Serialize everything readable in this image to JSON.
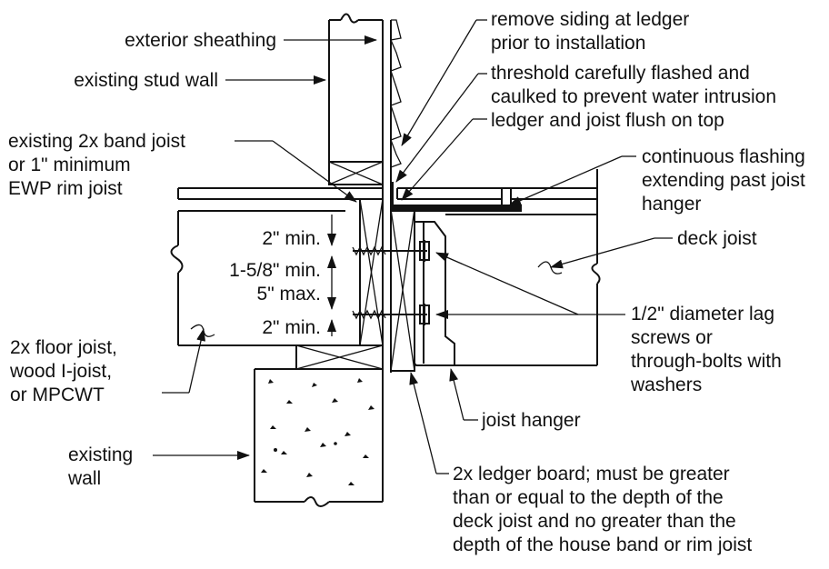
{
  "labels": {
    "exterior_sheathing": "exterior sheathing",
    "existing_stud_wall": "existing stud wall",
    "band_joist_line1": "existing 2x band joist",
    "band_joist_line2": "or 1\" minimum",
    "band_joist_line3": "EWP rim joist",
    "floor_joist_line1": "2x floor joist,",
    "floor_joist_line2": "wood I-joist,",
    "floor_joist_line3": "or MPCWT",
    "existing_wall_line1": "existing",
    "existing_wall_line2": "wall",
    "remove_siding_line1": "remove siding at ledger",
    "remove_siding_line2": "prior to installation",
    "threshold_line1": "threshold carefully flashed and",
    "threshold_line2": "caulked to prevent water intrusion",
    "ledger_flush": "ledger and joist flush on top",
    "flashing_line1": "continuous flashing",
    "flashing_line2": "extending past joist",
    "flashing_line3": "hanger",
    "deck_joist": "deck joist",
    "lag_line1": "1/2\" diameter lag",
    "lag_line2": "screws or",
    "lag_line3": "through-bolts with",
    "lag_line4": "washers",
    "joist_hanger": "joist hanger",
    "ledger_board_line1": "2x ledger board; must be greater",
    "ledger_board_line2": "than or equal to the depth of the",
    "ledger_board_line3": "deck joist and no greater than the",
    "ledger_board_line4": "depth of the house band or rim joist"
  },
  "dimensions": {
    "top_min": "2\" min.",
    "middle_min": "1-5/8\" min.",
    "middle_max": "5\" max.",
    "bottom_min": "2\" min."
  }
}
